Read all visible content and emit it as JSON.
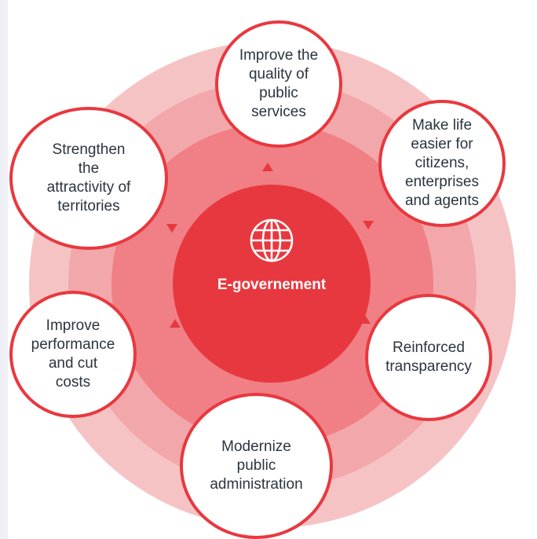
{
  "center": {
    "title": "E-governement",
    "icon": "globe-icon"
  },
  "outcomes": {
    "top": "Improve the\nquality of\npublic\nservices",
    "right": "Make life\neasier for\ncitizens,\nenterprises\nand agents",
    "right_bottom": "Reinforced\ntransparency",
    "bottom": "Modernize\npublic\nadministration",
    "left_bottom": "Improve\nperformance\nand cut\ncosts",
    "left": "Strengthen\nthe\nattractivity of\nterritories"
  },
  "colors": {
    "core": "#e8383f",
    "ring_inner": "#f08085",
    "ring_middle": "#f2a7aa",
    "ring_outer": "#f6c3c5",
    "text": "#2b3440"
  }
}
